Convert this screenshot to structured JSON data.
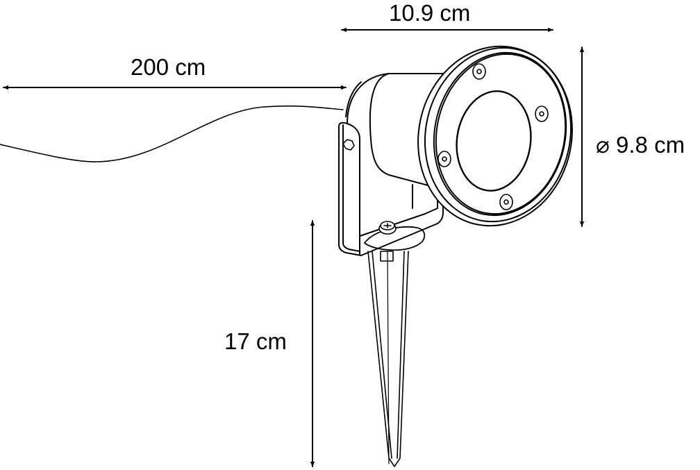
{
  "dimensions": {
    "housing_width": {
      "label": "10.9 cm",
      "value": 10.9,
      "unit": "cm"
    },
    "cable_length": {
      "label": "200 cm",
      "value": 200,
      "unit": "cm"
    },
    "face_diameter": {
      "label": "⌀ 9.8 cm",
      "value": 9.8,
      "unit": "cm",
      "symbol": "diameter"
    },
    "spike_length": {
      "label": "17 cm",
      "value": 17,
      "unit": "cm"
    }
  },
  "subject": "outdoor-spotlight-with-ground-spike",
  "colors": {
    "line": "#000000",
    "background": "#ffffff"
  }
}
